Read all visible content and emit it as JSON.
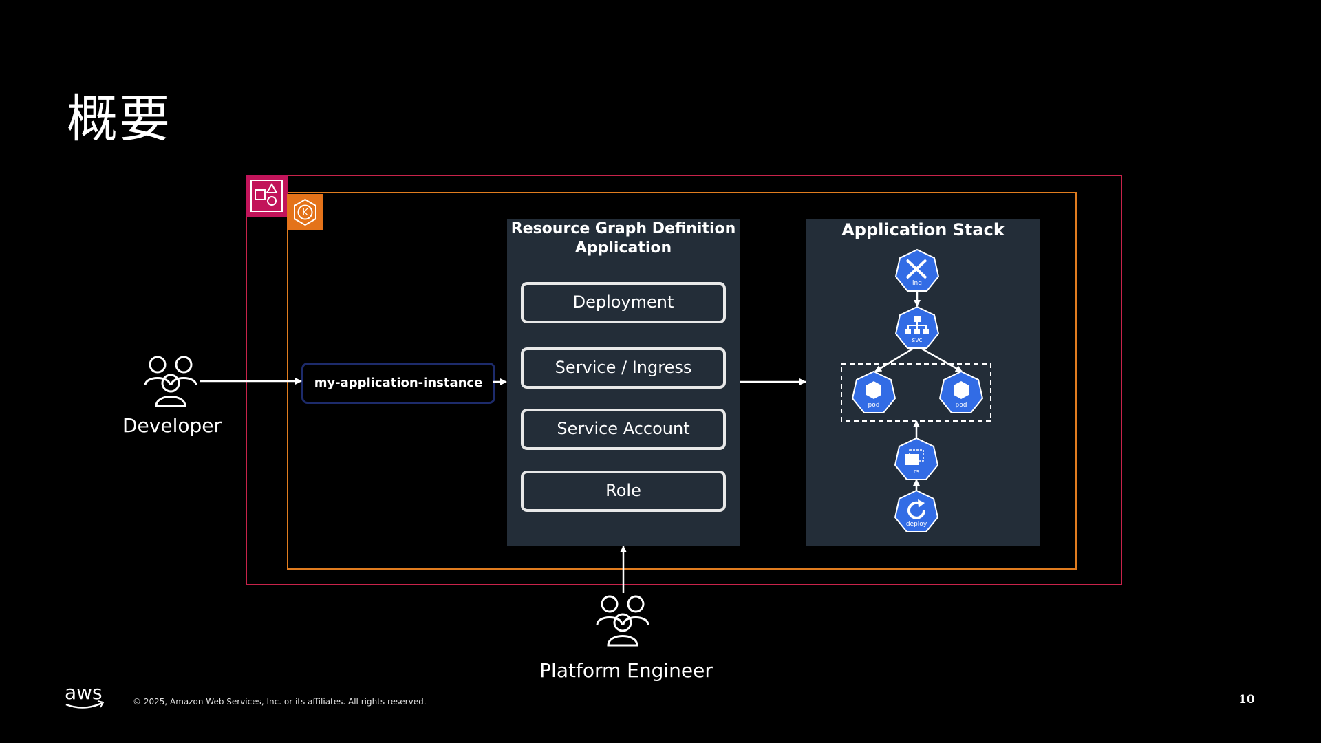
{
  "slide": {
    "title": "概要",
    "page_number": "10",
    "copyright": "© 2025, Amazon Web Services, Inc. or its affiliates. All rights reserved.",
    "logo": "aws"
  },
  "actors": {
    "developer": "Developer",
    "platform_engineer": "Platform Engineer"
  },
  "instance": {
    "label": "my-application-instance"
  },
  "rgd": {
    "title_line1": "Resource Graph Definition",
    "title_line2": "Application",
    "resources": [
      "Deployment",
      "Service / Ingress",
      "Service Account",
      "Role"
    ]
  },
  "stack": {
    "title": "Application Stack",
    "nodes": {
      "ing": "ing",
      "svc": "svc",
      "pod1": "pod",
      "pod2": "pod",
      "rs": "rs",
      "deploy": "deploy"
    }
  },
  "icons": {
    "outer_badge": "application-composer-icon",
    "inner_badge": "eks-icon",
    "people": "users-group-icon"
  },
  "colors": {
    "outer_border": "#c7234a",
    "inner_border": "#e07c1f",
    "panel_bg": "#232d38",
    "k8s_blue": "#326ce5"
  }
}
